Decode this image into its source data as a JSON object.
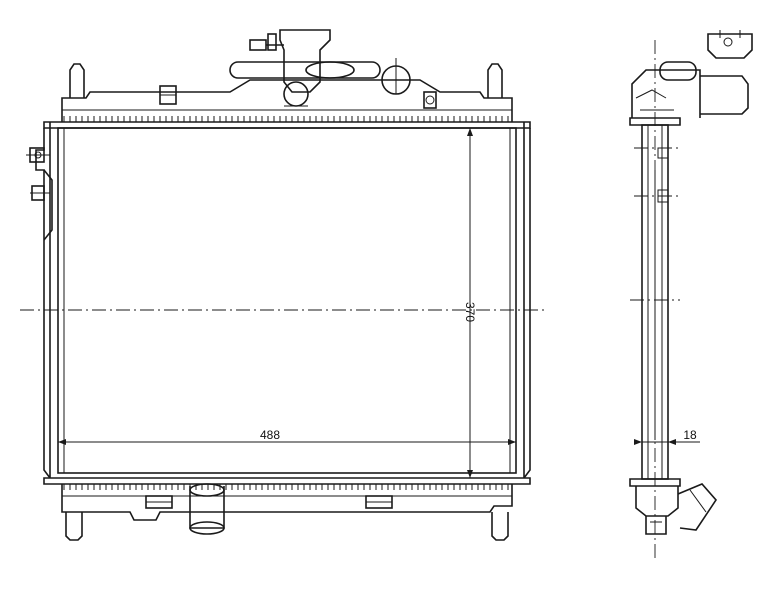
{
  "drawing": {
    "dimensions": {
      "width": "488",
      "height": "370",
      "depth": "18"
    },
    "colors": {
      "line": "#1a1a1a",
      "background": "#ffffff"
    }
  }
}
